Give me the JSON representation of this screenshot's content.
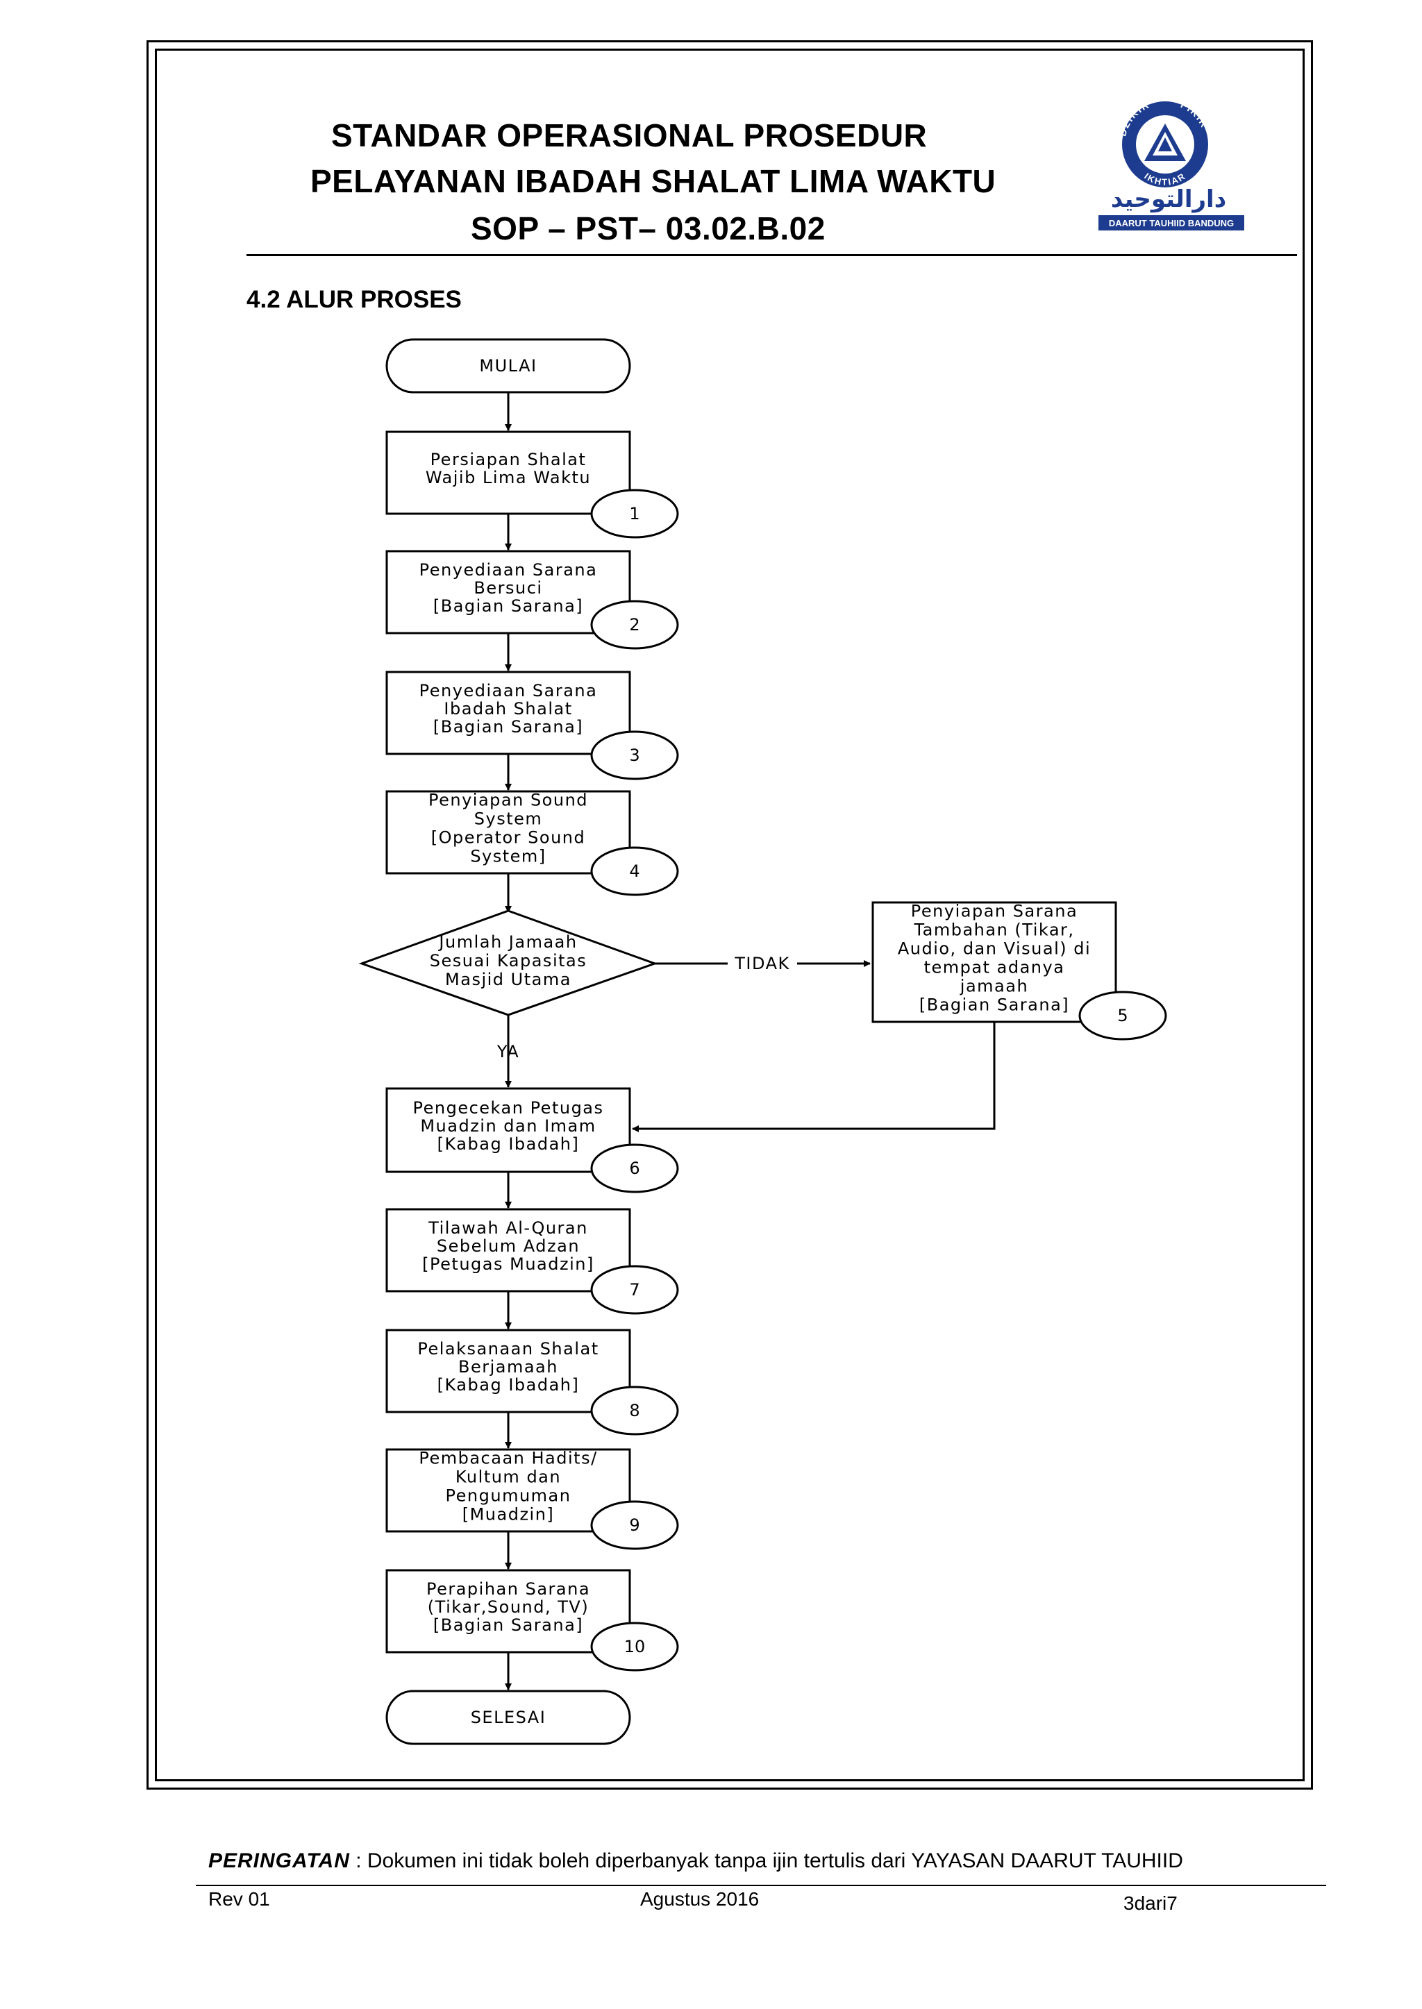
{
  "header": {
    "title_line1": "STANDAR OPERASIONAL PROSEDUR",
    "title_line2": "PELAYANAN IBADAH SHALAT LIMA WAKTU",
    "title_line3": "SOP – PST– 03.02.B.02",
    "logo": {
      "ring_top_left": "DZIKIR",
      "ring_top_right": "FIKIR",
      "ring_bottom": "IKHTIAR",
      "arabic": "دارالتوحيد",
      "caption": "DAARUT TAUHIID BANDUNG",
      "color": "#1d3c8f"
    }
  },
  "section_title": "4.2 ALUR PROSES",
  "flow": {
    "start": "MULAI",
    "end": "SELESAI",
    "steps": [
      {
        "number": "1",
        "lines": [
          "Persiapan Shalat",
          "Wajib Lima Waktu"
        ]
      },
      {
        "number": "2",
        "lines": [
          "Penyediaan Sarana",
          "Bersuci",
          "[Bagian Sarana]"
        ]
      },
      {
        "number": "3",
        "lines": [
          "Penyediaan Sarana",
          "Ibadah Shalat",
          "[Bagian Sarana]"
        ]
      },
      {
        "number": "4",
        "lines": [
          "Penyiapan Sound",
          "System",
          "[Operator Sound",
          "System]"
        ]
      },
      {
        "number": "5",
        "lines": [
          "Penyiapan Sarana",
          "Tambahan (Tikar,",
          "Audio, dan Visual) di",
          "tempat adanya",
          "jamaah",
          "[Bagian Sarana]"
        ]
      },
      {
        "number": "6",
        "lines": [
          "Pengecekan Petugas",
          "Muadzin dan Imam",
          "[Kabag Ibadah]"
        ]
      },
      {
        "number": "7",
        "lines": [
          "Tilawah Al-Quran",
          "Sebelum Adzan",
          "[Petugas Muadzin]"
        ]
      },
      {
        "number": "8",
        "lines": [
          "Pelaksanaan Shalat",
          "Berjamaah",
          "[Kabag Ibadah]"
        ]
      },
      {
        "number": "9",
        "lines": [
          "Pembacaan Hadits/",
          "Kultum dan",
          "Pengumuman",
          "[Muadzin]"
        ]
      },
      {
        "number": "10",
        "lines": [
          "Perapihan Sarana",
          "(Tikar,Sound, TV)",
          "[Bagian Sarana]"
        ]
      }
    ],
    "decision": {
      "lines": [
        "Jumlah Jamaah",
        "Sesuai Kapasitas",
        "Masjid Utama"
      ],
      "no_label": "TIDAK",
      "yes_label": "YA"
    }
  },
  "footer": {
    "warning_label": "PERINGATAN",
    "warning_text": " : Dokumen ini tidak boleh diperbanyak tanpa ijin tertulis dari  YAYASAN   DAARUT   TAUHIID",
    "revision": "Rev 01",
    "date": "Agustus  2016",
    "page": "3dari7"
  }
}
